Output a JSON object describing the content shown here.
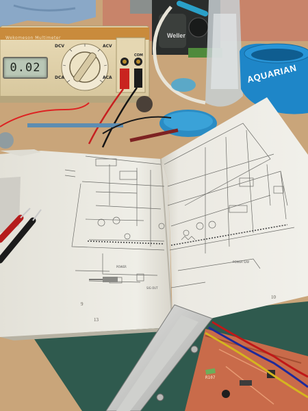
{
  "photo": {
    "multimeter": {
      "display_reading": "0.02",
      "brand_text": "Wekomeson Multimeter",
      "modes": [
        "DCV",
        "ACV",
        "DCA",
        "ACA",
        "COM"
      ]
    },
    "soldering_station": {
      "brand": "Weller"
    },
    "tub_label": "AQUARIAN",
    "manual": {
      "page_numbers": [
        "9",
        "10",
        "13"
      ],
      "schematic_labels": [
        "POWER",
        "POWER S/W",
        "SIG OUT"
      ]
    },
    "pcb": {
      "label": "R107"
    },
    "colors": {
      "bench": "#c9a57a",
      "mat": "#2f5a4e",
      "paper": "#ecebe4",
      "multimeter_body": "#e8d9b5",
      "tub_blue": "#1e86c8"
    }
  }
}
